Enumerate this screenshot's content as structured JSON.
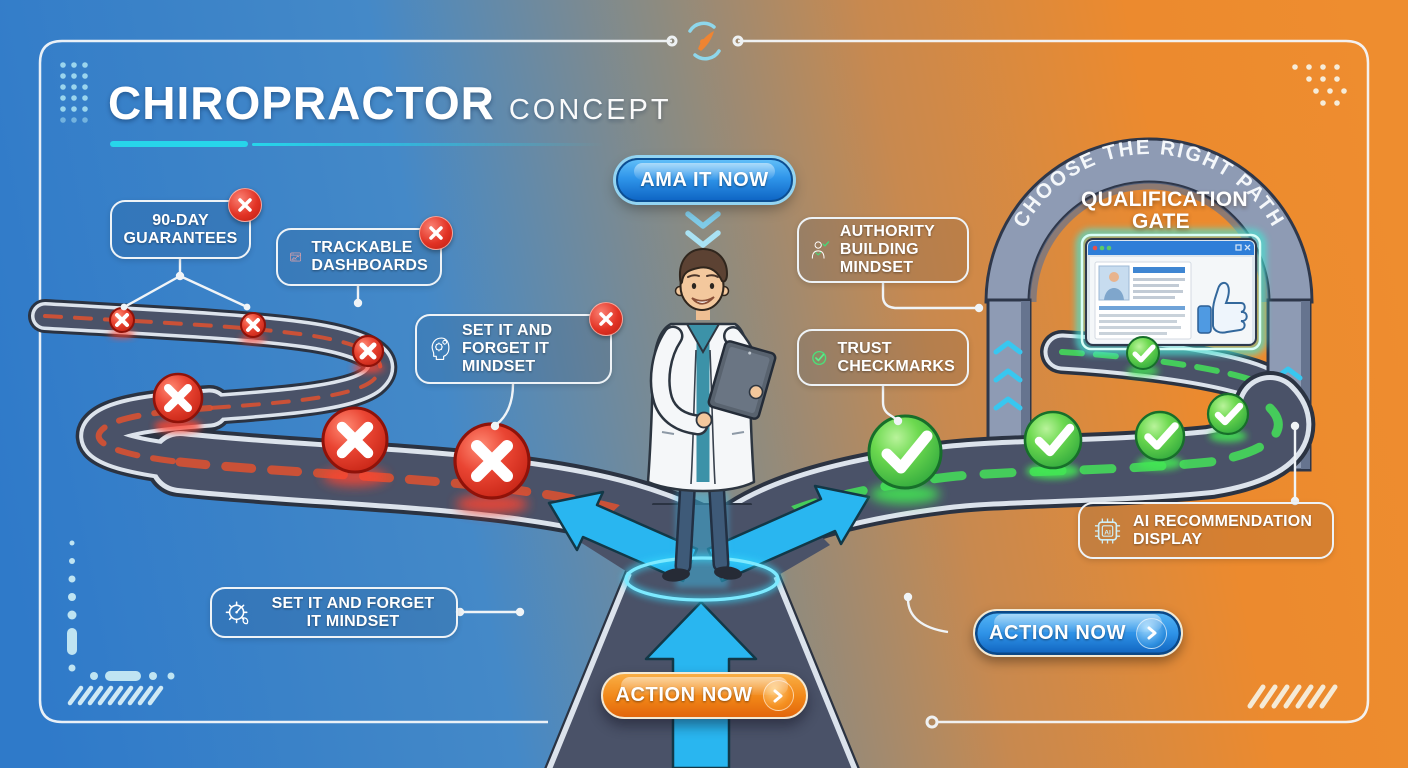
{
  "header": {
    "title": "CHIROPRACTOR",
    "subtitle": "CONCEPT"
  },
  "ctas": {
    "top": "AMA IT NOW",
    "bottom": "ACTION NOW",
    "right": "ACTION NOW"
  },
  "callouts": {
    "guarantees": "90-DAY GUARANTEES",
    "dashboards": "TRACKABLE DASHBOARDS",
    "set_forget": "SET IT AND FORGET IT MINDSET",
    "authority": "AUTHORITY BUILDING MINDSET",
    "trust": "TRUST CHECKMARKS",
    "ai_display": "AI RECOMMENDATION DISPLAY",
    "set_forget_footer": "SET IT AND FORGET IT MINDSET"
  },
  "gate": {
    "arch_label": "CHOOSE THE RIGHT PATH",
    "name": "QUALIFICATION GATE"
  },
  "paths": {
    "wrong_path": {
      "marker": "red-x",
      "marker_count": 6,
      "dash_color": "#E0512F"
    },
    "right_path": {
      "marker": "green-check",
      "marker_count": 5,
      "dash_color": "#45D95A"
    }
  },
  "icons": {
    "brand": "spine-adjust-icon",
    "dashboards": "chart-window-icon",
    "set_forget": "head-gears-icon",
    "authority": "person-check-icon",
    "trust": "circle-check-icon",
    "ai_display": "ai-chip-icon",
    "ai_chip_label": "AI",
    "set_forget_footer": "gear-clock-icon",
    "cta_chevron": "chevron-right-icon",
    "badge": "red-x-icon"
  },
  "colors": {
    "bg_blue": "#3E8CD6",
    "bg_orange": "#EC8A2E",
    "accent_cyan": "#2FD3EC",
    "marker_red": "#DF3A2B",
    "marker_green": "#3FC85B",
    "road": "#4A5268",
    "button_blue": "#1B76D6",
    "button_orange": "#EF7D14",
    "frame": "#F3F7FA"
  }
}
